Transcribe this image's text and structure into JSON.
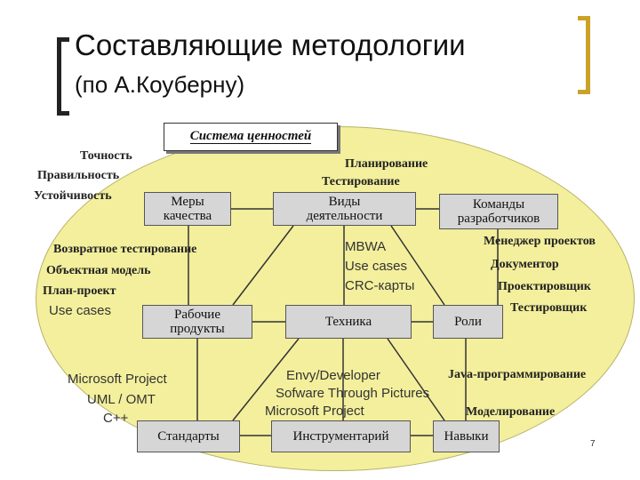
{
  "title": {
    "main": "Составляющие методологии",
    "sub": "(по А.Коуберну)"
  },
  "diagram": {
    "values_box": "Система ценностей",
    "boxes": {
      "quality_measures": "Меры\nкачества",
      "activities": "Виды\nдеятельности",
      "teams": "Команды\nразработчиков",
      "work_products": "Рабочие\nпродукты",
      "technique": "Техника",
      "roles": "Роли",
      "standards": "Стандарты",
      "tools": "Инструментарий",
      "skills": "Навыки"
    },
    "labels": {
      "quality": [
        "Точность",
        "Правильность",
        "Устойчивость"
      ],
      "activities": [
        "Планирование",
        "Тестирование"
      ],
      "work_products": [
        "Возвратное тестирование",
        "Объектная модель",
        "План-проект",
        "Use cases"
      ],
      "technique": [
        "MBWA",
        "Use cases",
        "CRC-карты"
      ],
      "roles": [
        "Менеджер проектов",
        "Документор",
        "Проектировщик",
        "Тестировщик"
      ],
      "standards": [
        "Microsoft Project",
        "UML / OMT",
        "C++"
      ],
      "tools": [
        "Envy/Developer",
        "Sofware Through Pictures",
        "Microsoft Project"
      ],
      "skills": [
        "Java-программирование",
        "Моделирование"
      ]
    }
  },
  "page_number": "7",
  "colors": {
    "ellipse_fill": "#f3ef9c",
    "box_fill": "#d6d6d6",
    "right_bracket": "#c9a227",
    "left_bracket": "#222222"
  }
}
